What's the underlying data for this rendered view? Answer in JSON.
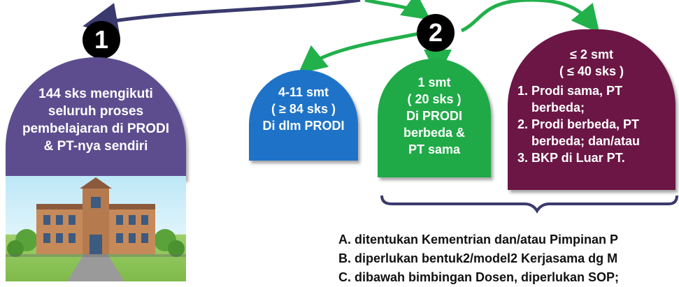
{
  "diagram": {
    "numbers": [
      "1",
      "2"
    ],
    "arch1_text": "144 sks mengikuti\nseluruh proses\npembelajaran di PRODI\n& PT-nya sendiri",
    "arch2_text": "4-11 smt\n( ≥ 84 sks )\nDi dlm  PRODI",
    "arch3_text": "1 smt\n( 20 sks )\nDi PRODI\nberbeda &\nPT sama",
    "arch4_head": "≤ 2 smt\n( ≤ 40 sks )",
    "arch4_items": [
      "Prodi sama, PT berbeda;",
      "Prodi berbeda, PT berbeda; dan/atau",
      "BKP di Luar PT."
    ],
    "notes": [
      "A. ditentukan Kementrian dan/atau Pimpinan P",
      "B. diperlukan bentuk2/model2 Kerjasama dg M",
      "C. dibawah bimbingan Dosen, diperlukan SOP;"
    ]
  },
  "colors": {
    "arch1": "#5d4d8f",
    "arch2": "#1e73c8",
    "arch3": "#1faa47",
    "arch4": "#6b1645",
    "arrow_dark": "#3a3a6e",
    "arrow_green": "#22b04b",
    "brace": "#3a3a6e"
  },
  "icons": [
    "campus-illustration"
  ]
}
